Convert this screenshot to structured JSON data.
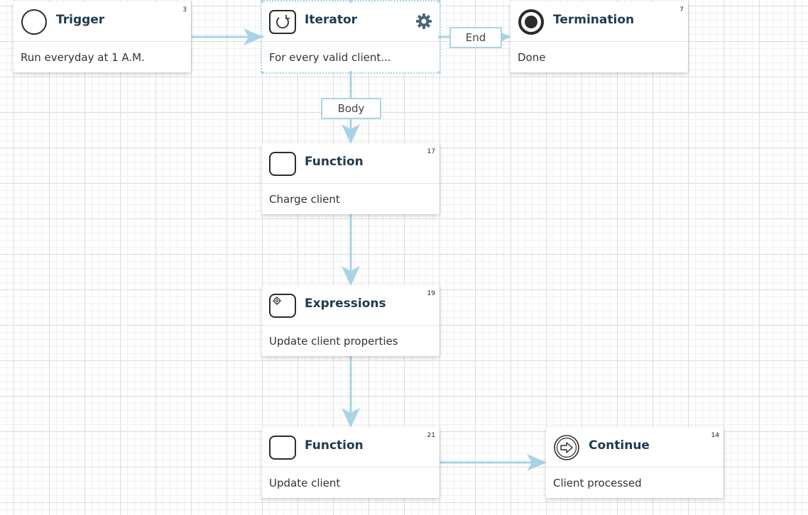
{
  "colors": {
    "edge": "#a9d3e4",
    "title": "#1f3a4d",
    "grid": "#dcdcdc"
  },
  "nodes": {
    "trigger": {
      "title": "Trigger",
      "num": "3",
      "desc": "Run everyday at 1 A.M.",
      "icon": "trigger-circle-icon"
    },
    "iterator": {
      "title": "Iterator",
      "num": "",
      "desc": "For every valid client...",
      "icon": "iterator-loop-icon",
      "settings_icon": "gear-icon"
    },
    "termination": {
      "title": "Termination",
      "num": "7",
      "desc": "Done",
      "icon": "termination-icon"
    },
    "function1": {
      "title": "Function",
      "num": "17",
      "desc": "Charge client",
      "icon": "function-box-icon"
    },
    "expressions": {
      "title": "Expressions",
      "num": "19",
      "desc": "Update client properties",
      "icon": "expressions-gear-icon"
    },
    "function2": {
      "title": "Function",
      "num": "21",
      "desc": "Update client",
      "icon": "function-box-icon"
    },
    "continue": {
      "title": "Continue",
      "num": "14",
      "desc": "Client processed",
      "icon": "continue-arrow-icon"
    }
  },
  "edges": {
    "end_label": "End",
    "body_label": "Body"
  }
}
